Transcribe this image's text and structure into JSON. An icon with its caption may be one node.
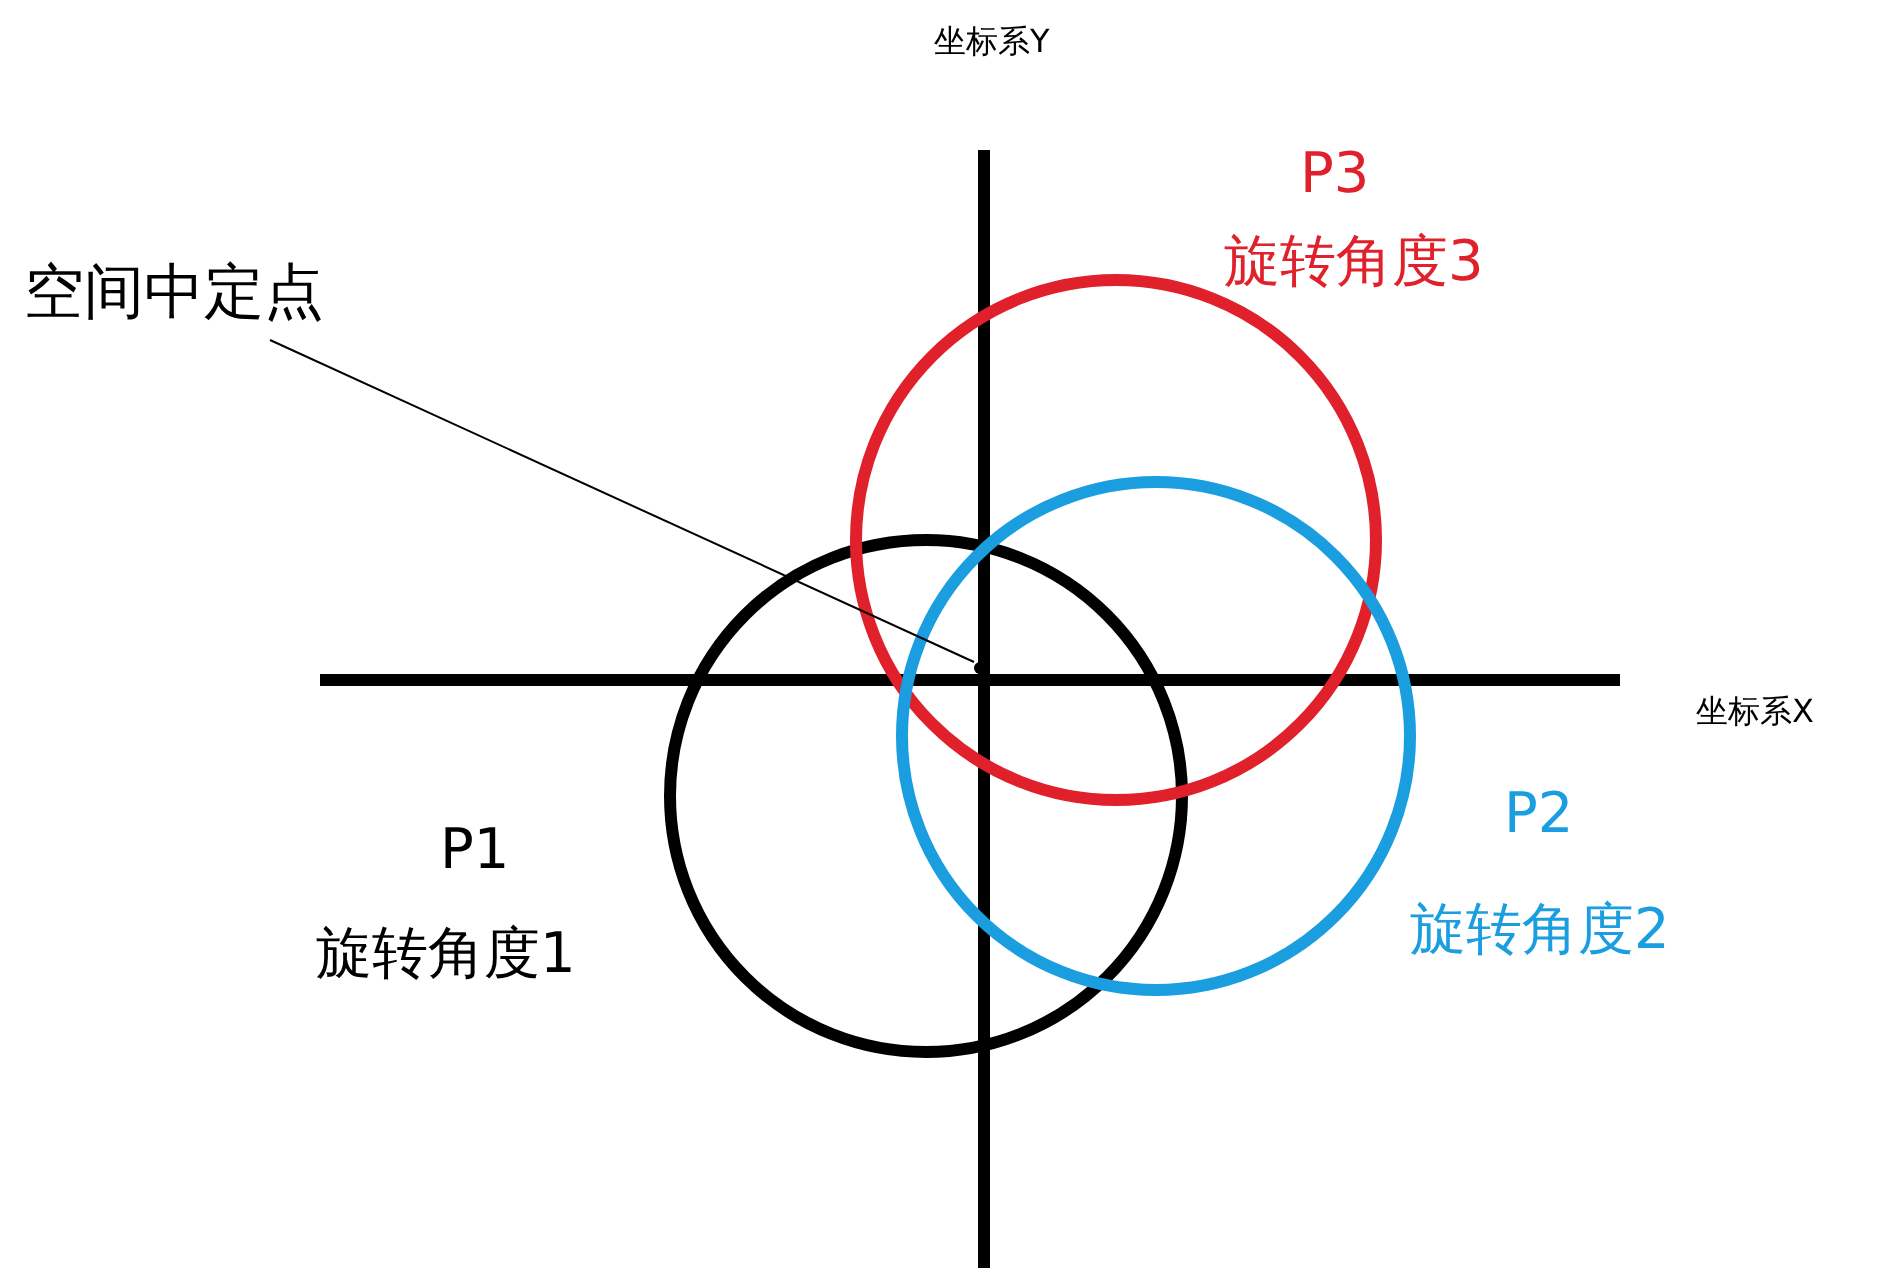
{
  "diagram": {
    "nodes": [
      {
        "text": [
          "空间中定点"
        ]
      },
      {
        "text": [],
        "shape": "circle",
        "beside": [
          "P1",
          "旋转角度1"
        ]
      },
      {
        "text": [],
        "shape": "circle",
        "beside": [
          "P3",
          "旋转角度3"
        ]
      },
      {
        "text": [],
        "shape": "circle",
        "beside": [
          "P2",
          "旋转角度2"
        ]
      },
      {
        "text": [],
        "shape": "point"
      }
    ],
    "edges": [
      {
        "from": 0,
        "to": 4,
        "arrow": "none"
      }
    ],
    "labels": [
      "坐标系Y",
      "坐标系X"
    ]
  }
}
